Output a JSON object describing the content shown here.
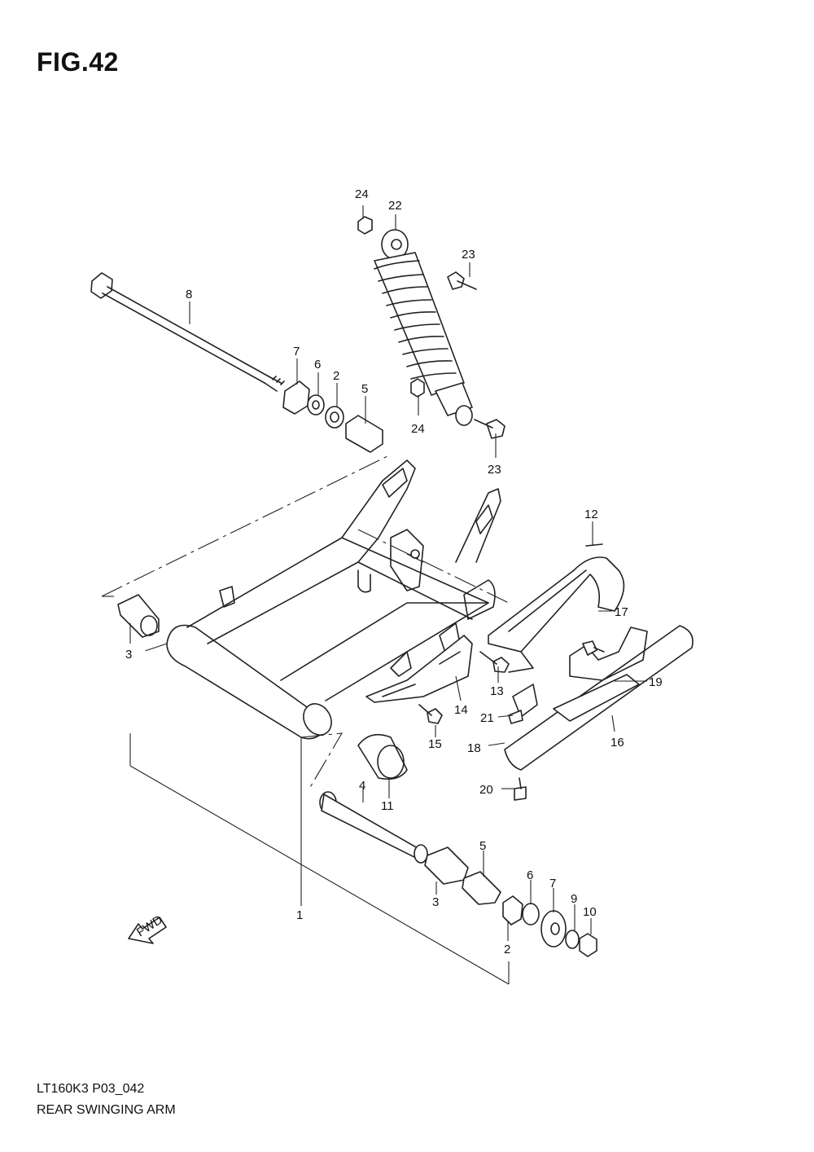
{
  "figure": {
    "title": "FIG.42",
    "model_code": "LT160K3  P03_042",
    "caption": "REAR SWINGING ARM"
  },
  "fwd_arrow": {
    "label": "FWD"
  },
  "callouts": [
    "24",
    "22",
    "23",
    "8",
    "7",
    "6",
    "2",
    "5",
    "24",
    "23",
    "12",
    "17",
    "3",
    "13",
    "19",
    "14",
    "21",
    "15",
    "18",
    "16",
    "20",
    "4",
    "11",
    "5",
    "6",
    "7",
    "9",
    "10",
    "3",
    "2",
    "1"
  ]
}
